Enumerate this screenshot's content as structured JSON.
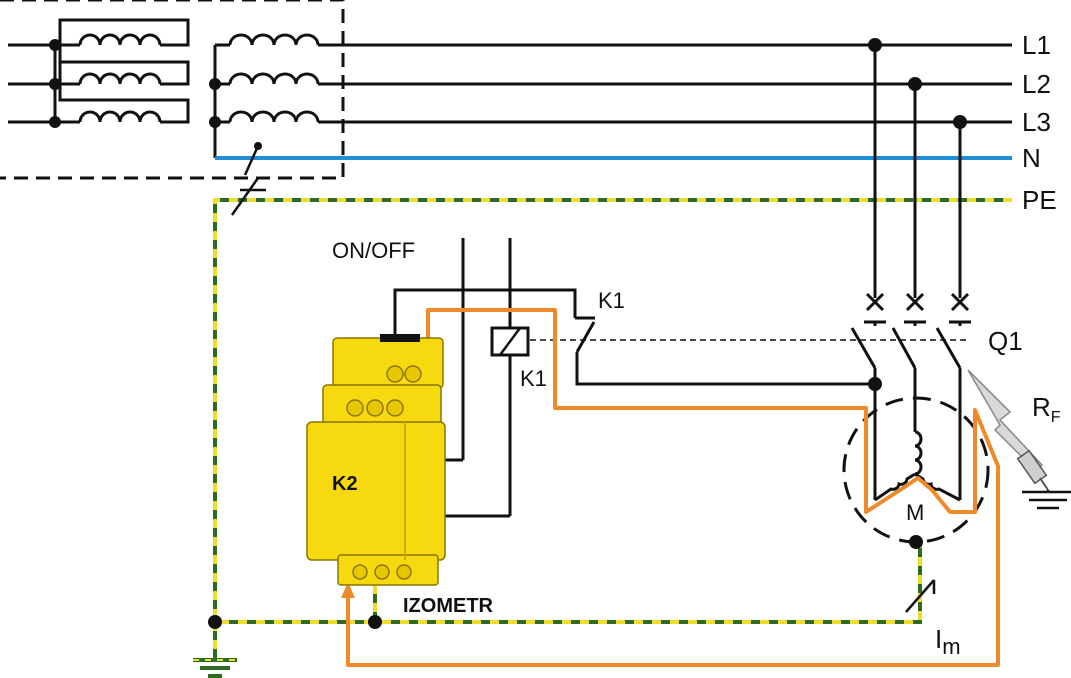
{
  "labels": {
    "l1": "L1",
    "l2": "L2",
    "l3": "L3",
    "n": "N",
    "pe": "PE",
    "on_off": "ON/OFF",
    "k1_top": "K1",
    "k1_coil": "K1",
    "q1": "Q1",
    "rf_main": "R",
    "rf_sub": "F",
    "k2": "K2",
    "motor": "M",
    "izometr": "IZOMETR",
    "im_main": "I",
    "im_sub": "m"
  },
  "colors": {
    "wire": "#111111",
    "neutral": "#1f8fd6",
    "pe_green": "#2e6b22",
    "pe_yellow": "#f0dc2a",
    "measure": "#ef8a2a",
    "device": "#f6d90f",
    "device_dark": "#c9ad00",
    "fault": "#d9d9d9"
  }
}
